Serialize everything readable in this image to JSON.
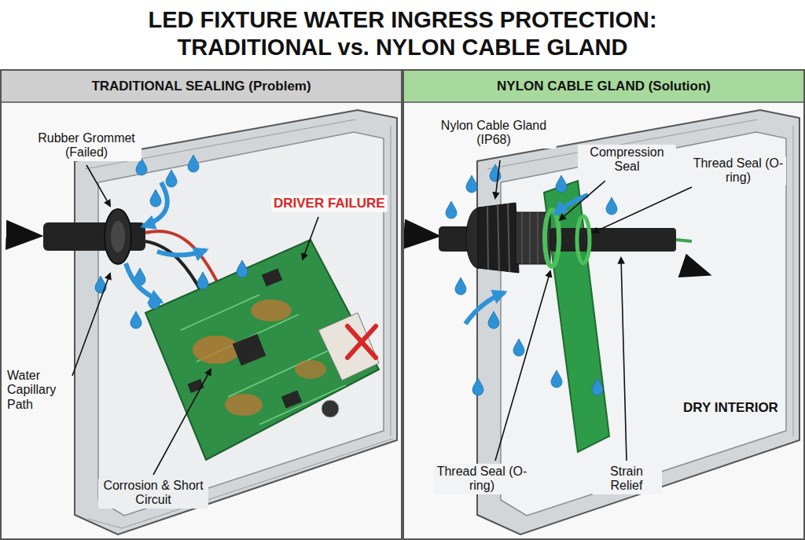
{
  "diagram": {
    "title": "LED FIXTURE WATER INGRESS PROTECTION: TRADITIONAL vs. NYLON CABLE GLAND",
    "nodes": [
      {
        "text": [
          "TRADITIONAL SEALING (Problem)"
        ]
      },
      {
        "text": [
          "NYLON CABLE GLAND (Solution)"
        ]
      }
    ],
    "labels": [
      "Rubber Grommet (Failed)",
      "DRIVER FAILURE",
      "Water Capillary Path",
      "Corrosion & Short Circuit",
      "Nylon Cable Gland (IP68)",
      "Compression Seal",
      "Thread Seal (O-ring)",
      "DRY INTERIOR",
      "Thread Seal (O-ring)",
      "Strain Relief"
    ]
  }
}
